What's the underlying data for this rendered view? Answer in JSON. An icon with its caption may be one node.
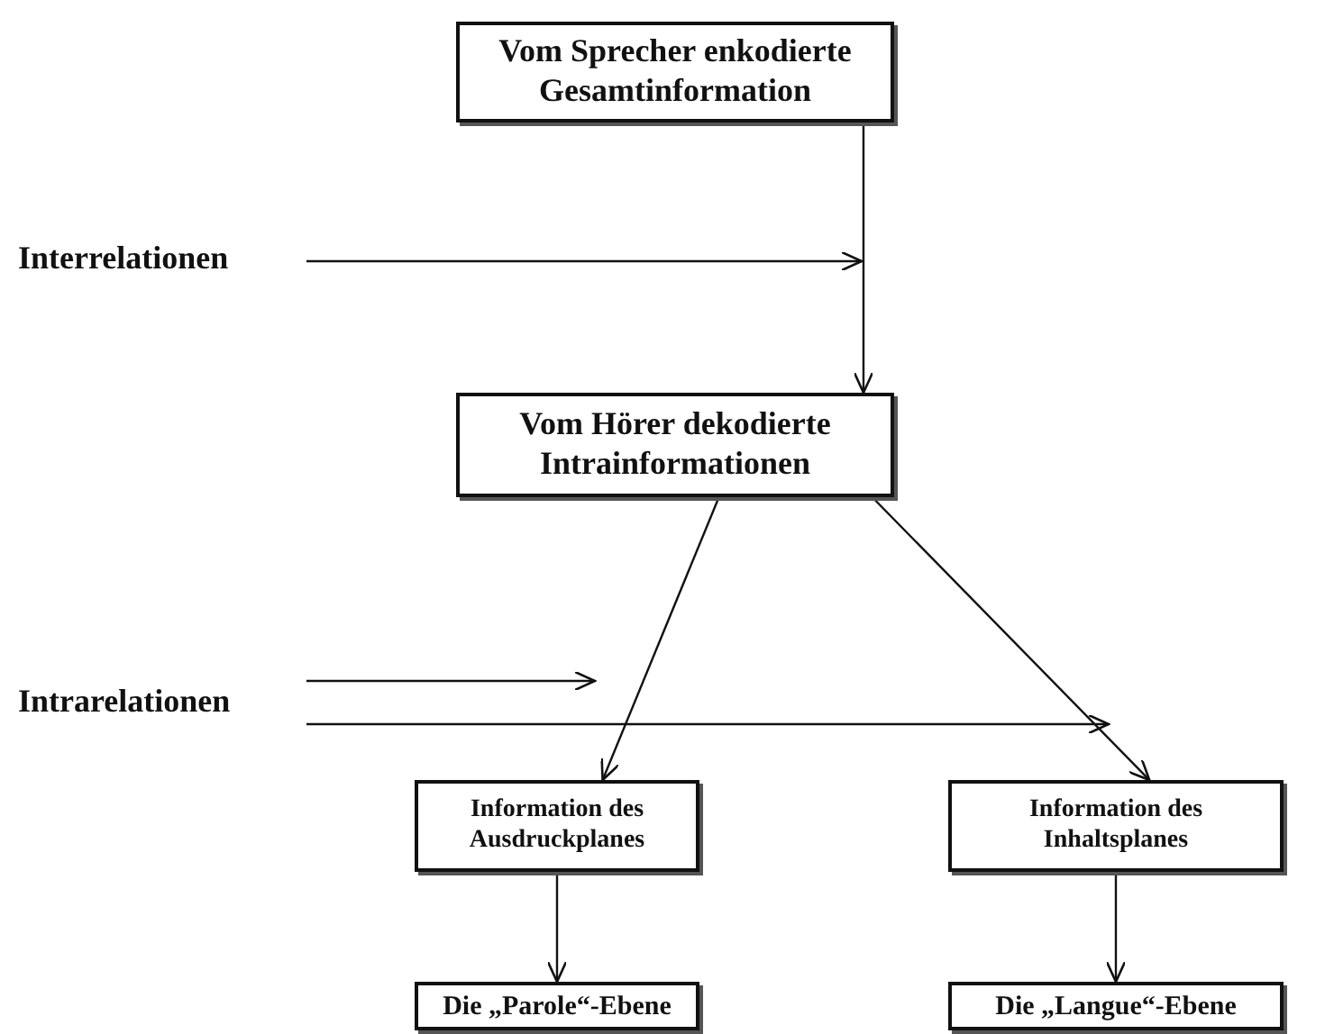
{
  "diagram": {
    "nodes": [
      {
        "text": [
          "Vom Sprecher enkodierte Gesamtinformation"
        ]
      },
      {
        "text": [
          "Interrelationen"
        ]
      },
      {
        "text": [
          "Vom Hörer dekodierte Intrainformationen"
        ]
      },
      {
        "text": [
          "Intrarelationen"
        ]
      },
      {
        "text": [
          "Information des Ausdruckplanes"
        ]
      },
      {
        "text": [
          "Information des Inhaltsplanes"
        ]
      },
      {
        "text": [
          "Die „Parole“-Ebene"
        ]
      },
      {
        "text": [
          "Die „Langue“-Ebene"
        ]
      }
    ],
    "edges": [
      {
        "from": 0,
        "to": 2,
        "arrow": "to"
      },
      {
        "from": 1,
        "to": null,
        "arrow": "to"
      },
      {
        "from": 2,
        "to": 4,
        "arrow": "to"
      },
      {
        "from": 2,
        "to": 5,
        "arrow": "to"
      },
      {
        "from": 3,
        "to": null,
        "arrow": "to"
      },
      {
        "from": 3,
        "to": null,
        "arrow": "to"
      },
      {
        "from": 4,
        "to": 6,
        "arrow": "to"
      },
      {
        "from": 5,
        "to": 7,
        "arrow": "to"
      }
    ]
  }
}
